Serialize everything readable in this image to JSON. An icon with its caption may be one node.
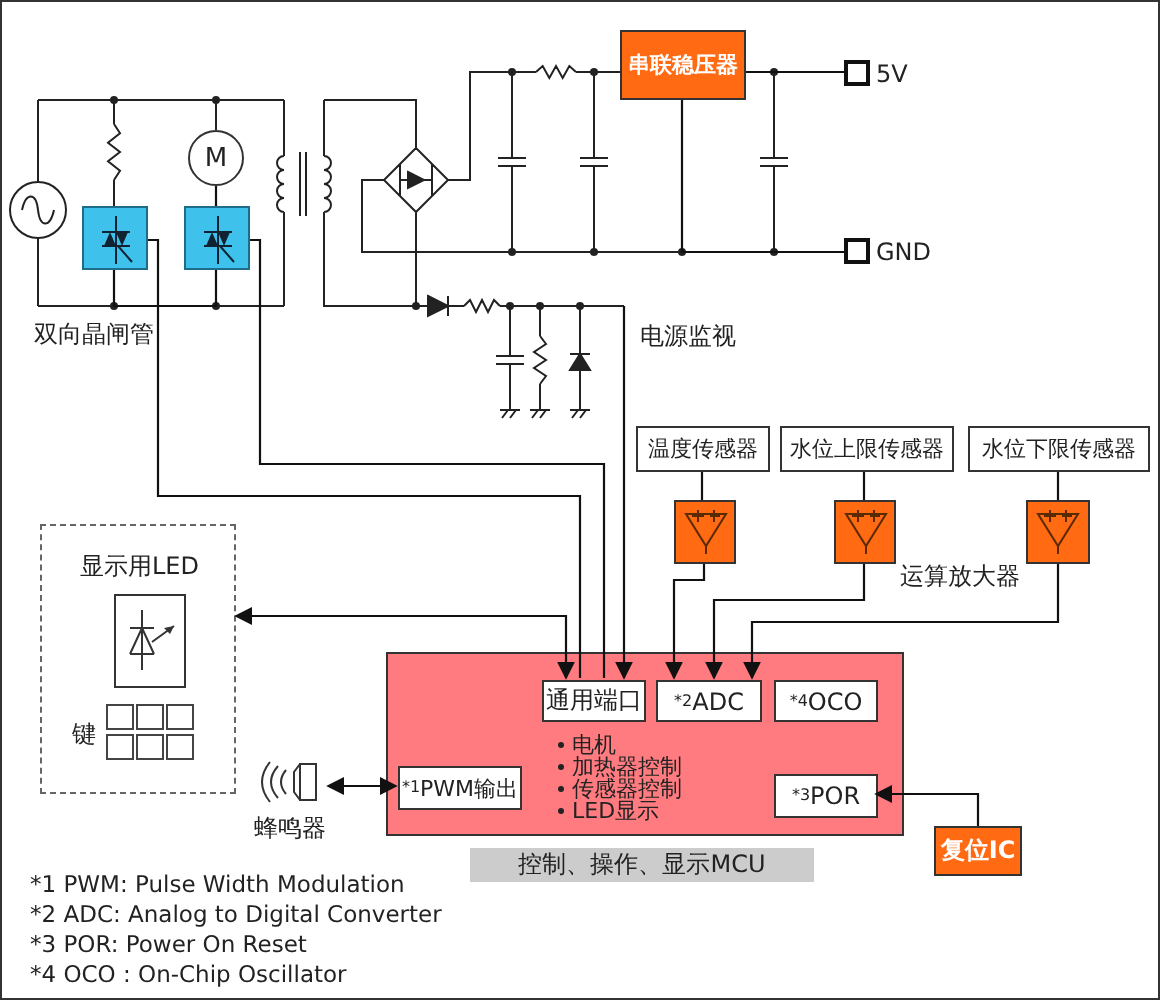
{
  "diagram": {
    "nodes": [
      {
        "text": [
          "显示用LED",
          "键"
        ]
      },
      {
        "text": [
          "蜂鸣器"
        ]
      },
      {
        "text": [
          "电机",
          "加热器控制",
          "传感器控制",
          "LED显示"
        ]
      },
      {
        "text": [
          "通用端口"
        ],
        "in": 2
      },
      {
        "text": [
          "$^{*2}$ADC"
        ],
        "in": 2
      },
      {
        "text": [
          "$^{*4}$OCO"
        ],
        "in": 2
      },
      {
        "text": [
          "$^{*1}$PWM输出"
        ],
        "in": 2
      },
      {
        "text": [
          "$^{*3}$POR"
        ],
        "in": 2
      },
      {
        "text": [
          "控制、操作、显示MCU"
        ]
      },
      {
        "text": [
          "复位IC"
        ]
      },
      {
        "text": [
          "温度传感器"
        ]
      },
      {
        "text": [
          "水位上限传感器"
        ]
      },
      {
        "text": [
          "水位下限传感器"
        ]
      },
      {
        "text": [],
        "shape": "box"
      },
      {
        "text": [],
        "shape": "box"
      },
      {
        "text": [],
        "shape": "box"
      },
      {
        "text": [],
        "shape": "box"
      },
      {
        "text": [],
        "shape": "box"
      },
      {
        "text": [
          "M"
        ]
      },
      {
        "text": [
          "串联稳压器"
        ]
      },
      {
        "text": [
          "5V"
        ]
      },
      {
        "text": [
          "GND"
        ]
      }
    ],
    "edges": [
      {
        "from": 3,
        "to": 0,
        "arrow": "both"
      },
      {
        "from": 6,
        "to": 1,
        "arrow": "both"
      },
      {
        "from": 16,
        "to": 3,
        "arrow": "none"
      },
      {
        "from": 17,
        "to": 3,
        "arrow": "none"
      },
      {
        "from": null,
        "to": 3,
        "arrow": "to"
      },
      {
        "from": 10,
        "to": 13,
        "arrow": "none"
      },
      {
        "from": 11,
        "to": 14,
        "arrow": "none"
      },
      {
        "from": 12,
        "to": 15,
        "arrow": "none"
      },
      {
        "from": 13,
        "to": 4,
        "arrow": "to"
      },
      {
        "from": 14,
        "to": 4,
        "arrow": "to"
      },
      {
        "from": 15,
        "to": 4,
        "arrow": "to"
      },
      {
        "from": 9,
        "to": 7,
        "arrow": "to"
      },
      {
        "from": 18,
        "to": 17,
        "arrow": "none"
      },
      {
        "from": 19,
        "to": 20,
        "arrow": "none"
      },
      {
        "from": 19,
        "to": 21,
        "arrow": "none"
      },
      {
        "from": 16,
        "to": 17,
        "arrow": "none"
      }
    ],
    "labels": [
      "双向晶闸管",
      "电源监视",
      "运算放大器",
      "*1 PWM: Pulse Width Modulation",
      "*2 ADC: Analog to Digital Converter",
      "*3 POR: Power On Reset",
      "*4 OCO : On-Chip Oscillator"
    ]
  }
}
